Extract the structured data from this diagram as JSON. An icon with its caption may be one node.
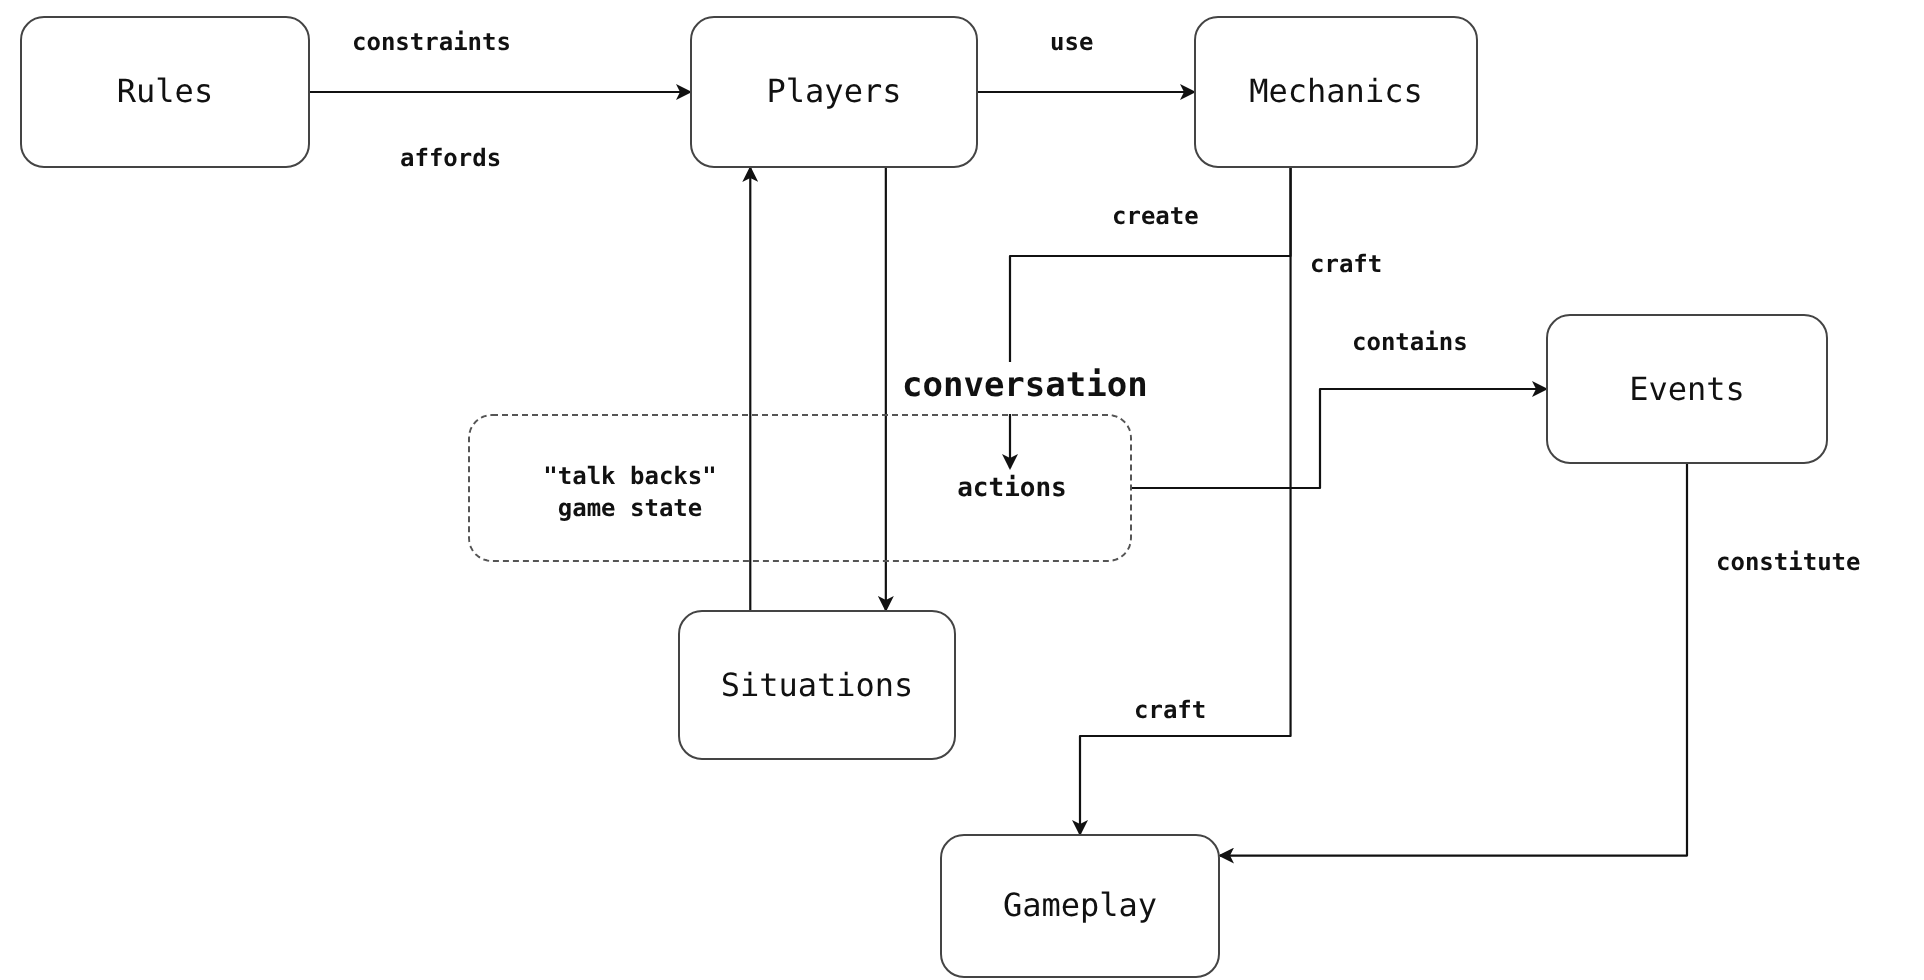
{
  "diagram": {
    "nodes": [
      {
        "text": [
          "Rules"
        ]
      },
      {
        "text": [
          "Players"
        ]
      },
      {
        "text": [
          "Mechanics"
        ]
      },
      {
        "text": [
          "conversation",
          "\"talk backs\" game state"
        ]
      },
      {
        "text": [
          "actions"
        ],
        "in": 3
      },
      {
        "text": [
          "Events"
        ]
      },
      {
        "text": [
          "Situations"
        ]
      },
      {
        "text": [
          "Gameplay"
        ]
      }
    ],
    "edges": [
      {
        "from": 0,
        "to": 1,
        "arrow": "to",
        "label": "constraints"
      },
      {
        "from": 1,
        "to": 2,
        "arrow": "to",
        "label": "use"
      },
      {
        "from": 2,
        "to": 4,
        "arrow": "to",
        "label": "create"
      },
      {
        "from": 2,
        "to": 7,
        "arrow": "to",
        "label": "craft"
      },
      {
        "from": 3,
        "to": 5,
        "arrow": "to",
        "label": "contains"
      },
      {
        "from": 5,
        "to": 7,
        "arrow": "to",
        "label": "constitute"
      },
      {
        "from": 6,
        "to": 1,
        "arrow": "to"
      },
      {
        "from": 1,
        "to": 6,
        "arrow": "to"
      }
    ],
    "labels": [
      "affords",
      "craft"
    ]
  }
}
